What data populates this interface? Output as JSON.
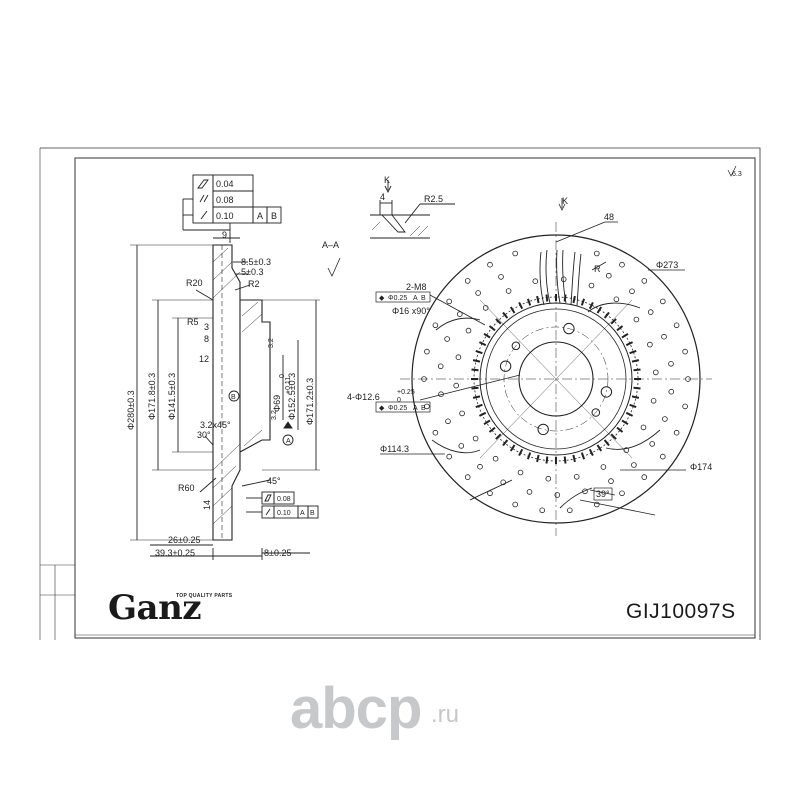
{
  "title_block": {
    "brand": "Ganz",
    "tagline": "TOP QUALITY PARTS",
    "part_number": "GIJ10097S"
  },
  "watermark": {
    "site": "abcp",
    "tld": ".ru"
  },
  "tolerance_frame_top": [
    {
      "symbol": "flatness",
      "value": "0.04",
      "refs": []
    },
    {
      "symbol": "//",
      "value": "0.08",
      "refs": []
    },
    {
      "symbol": "/",
      "value": "0.10",
      "refs": [
        "A",
        "B"
      ]
    }
  ],
  "tolerance_frame_bottom": [
    {
      "symbol": "flatness",
      "value": "0.08",
      "refs": []
    },
    {
      "symbol": "/",
      "value": "0.10",
      "refs": [
        "A",
        "B"
      ]
    }
  ],
  "section_labels": {
    "section": "A–A",
    "view": "K",
    "datum_a": "A",
    "datum_b": "B"
  },
  "section_dims": {
    "thickness_top": "9",
    "d1": "8.5±0.3",
    "d2": "5±0.3",
    "r20": "R20",
    "r2": "R2",
    "r5": "R5",
    "s3": "3",
    "s8": "8",
    "s12": "12",
    "dia280": "Φ280±0.3",
    "dia171_8": "Φ171.8±0.3",
    "dia141_5": "Φ141.5±0.3",
    "dia69": "Φ69",
    "dia69_tol": "+0.11",
    "dia69_tol2": "0",
    "dia152_5": "Φ152.5±0.3",
    "dia171_2": "Φ171.2±0.3",
    "chamfer": "3.2x45°",
    "angle30": "30°",
    "r60": "R60",
    "angle45": "45°",
    "s14": "14",
    "w26": "26±0.25",
    "w39_3": "39.3±0.25",
    "w8": "8±0.25",
    "ra32a": "3.2",
    "ra32b": "3.2"
  },
  "slot_detail": {
    "w4": "4",
    "r2_5": "R2.5"
  },
  "front_dims": {
    "k": "K",
    "n48": "48",
    "r": "R",
    "dia273": "Φ273",
    "m8": "2-M8",
    "m8_pos_val": "Φ0.25",
    "m8_refs": [
      "A",
      "B"
    ],
    "m8_chamfer": "Φ16 x90°",
    "holes": "4-Φ12.6",
    "holes_tol": "+0.25",
    "holes_tol2": "0",
    "holes_pos_val": "Φ0.25",
    "holes_refs": [
      "A",
      "B"
    ],
    "dia114_3": "Φ114.3",
    "dia174": "Φ174",
    "angle39": "39°"
  },
  "corner_mark": "6.3"
}
